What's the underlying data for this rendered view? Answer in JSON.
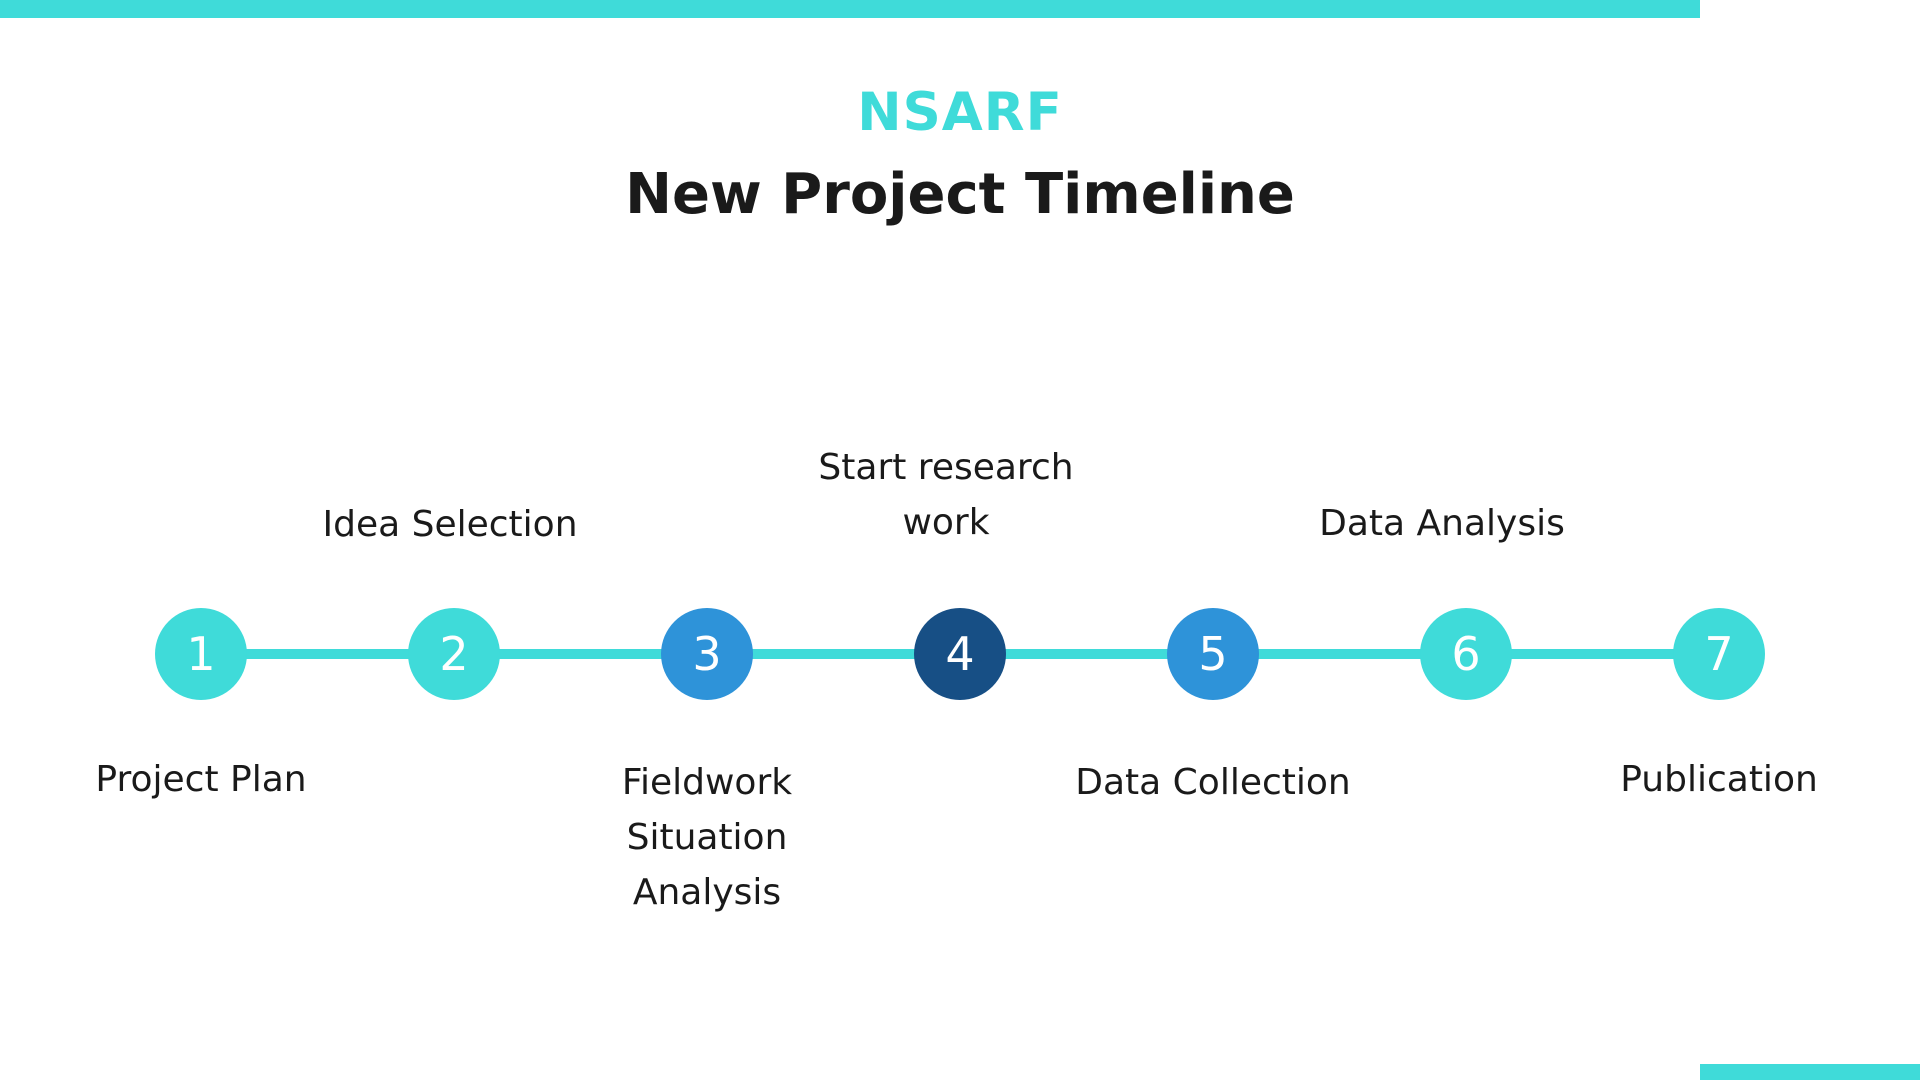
{
  "header": {
    "brand": "NSARF",
    "title": "New Project Timeline"
  },
  "colors": {
    "accent": "#3fdbd9",
    "mid_blue": "#2e93d9",
    "dark_blue": "#174f85"
  },
  "steps": [
    {
      "number": "1",
      "label": "Project Plan",
      "color": "#3fdbd9"
    },
    {
      "number": "2",
      "label": "Idea Selection",
      "color": "#3fdbd9"
    },
    {
      "number": "3",
      "label": "Fieldwork\nSituation\nAnalysis",
      "color": "#2e93d9"
    },
    {
      "number": "4",
      "label": "Start research\nwork",
      "color": "#174f85"
    },
    {
      "number": "5",
      "label": "Data Collection",
      "color": "#2e93d9"
    },
    {
      "number": "6",
      "label": "Data Analysis",
      "color": "#3fdbd9"
    },
    {
      "number": "7",
      "label": "Publication",
      "color": "#3fdbd9"
    }
  ]
}
